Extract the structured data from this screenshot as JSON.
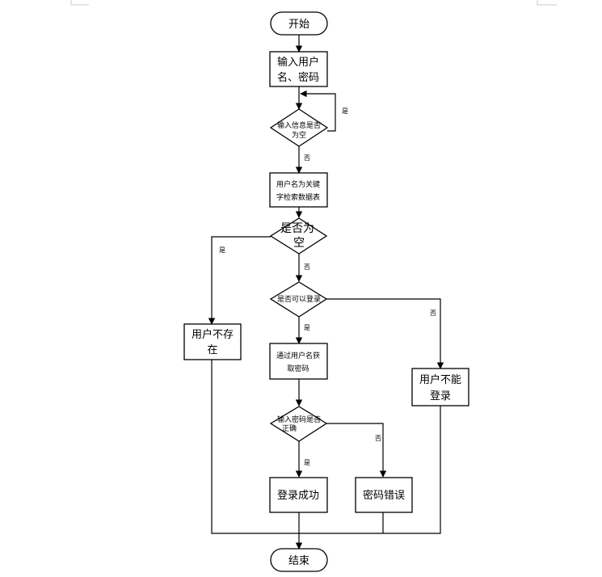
{
  "nodes": {
    "start": "开始",
    "input": [
      "输入用户",
      "名、密码"
    ],
    "check_empty": [
      "输入信息是否",
      "为空"
    ],
    "search": [
      "用户名为关键",
      "字检索数据表"
    ],
    "result_empty": [
      "是否为",
      "空"
    ],
    "user_not_exist": [
      "用户不存",
      "在"
    ],
    "can_login": "是否可以登录",
    "get_password": [
      "通过用户名获",
      "取密码"
    ],
    "cannot_login": [
      "用户不能",
      "登录"
    ],
    "password_correct": [
      "输入密码是否",
      "正确"
    ],
    "login_success": "登录成功",
    "password_wrong": "密码错误",
    "end": "结束"
  },
  "edge_labels": {
    "check_empty_yes": "是",
    "check_empty_no": "否",
    "result_empty_yes": "是",
    "result_empty_no": "否",
    "can_login_yes": "是",
    "can_login_no": "否",
    "password_yes": "是",
    "password_no": "否"
  }
}
